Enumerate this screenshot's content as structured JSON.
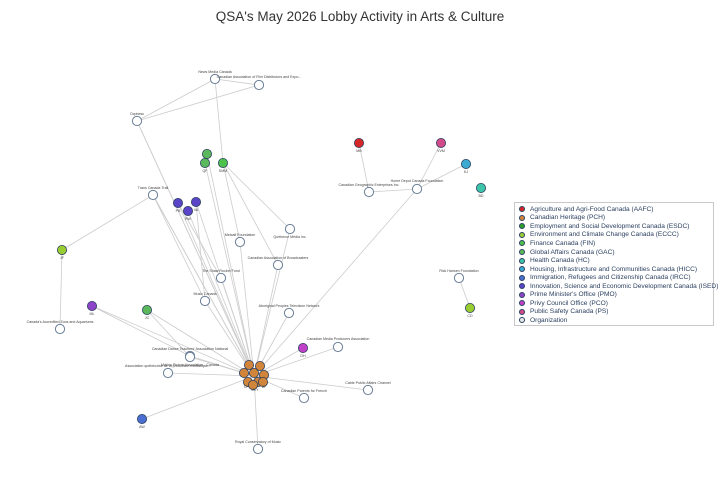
{
  "title": "QSA's May 2026 Lobby Activity in Arts & Culture",
  "legend": [
    {
      "label": "Agriculture and Agri-Food Canada (AAFC)",
      "color": "#d62728"
    },
    {
      "label": "Canadian Heritage (PCH)",
      "color": "#d1853a"
    },
    {
      "label": "Employment and Social Development Canada (ESDC)",
      "color": "#2ca02c"
    },
    {
      "label": "Environment and Climate Change Canada (ECCC)",
      "color": "#9acd32"
    },
    {
      "label": "Finance Canada (FIN)",
      "color": "#4cc24c"
    },
    {
      "label": "Global Affairs Canada (GAC)",
      "color": "#5cb85c"
    },
    {
      "label": "Health Canada (HC)",
      "color": "#3cc4a8"
    },
    {
      "label": "Housing, Infrastructure and Communities Canada (HICC)",
      "color": "#3ba9d0"
    },
    {
      "label": "Immigration, Refugees and Citizenship Canada (IRCC)",
      "color": "#4b6fd1"
    },
    {
      "label": "Innovation, Science and Economic Development Canada (ISED)",
      "color": "#5a45c8"
    },
    {
      "label": "Prime Minister's Office (PMO)",
      "color": "#8e44c8"
    },
    {
      "label": "Privy Council Office (PCO)",
      "color": "#c040c8"
    },
    {
      "label": "Public Safety Canada (PS)",
      "color": "#d14a8a"
    },
    {
      "label": "Organization",
      "color": "#e8e8e8"
    }
  ],
  "organizations": [
    {
      "name": "News Media Canada"
    },
    {
      "name": "Canadian Association of Film Distributors and Expo..."
    },
    {
      "name": "Ocpbesc"
    },
    {
      "name": "Trans Canada Trail"
    },
    {
      "name": "Canadian Geographic Enterprises Inc."
    },
    {
      "name": "Home Depot Canada Foundation"
    },
    {
      "name": "Québecor Média inc."
    },
    {
      "name": "Metcalf Foundation"
    },
    {
      "name": "Canadian Association of Broadcasters"
    },
    {
      "name": "The Shaw Rocket Fund"
    },
    {
      "name": "Rick Hansen Foundation"
    },
    {
      "name": "Music Canada"
    },
    {
      "name": "Aboriginal Peoples Television Network"
    },
    {
      "name": "Canada's Accredited Zoos and Aquariums"
    },
    {
      "name": "Canadian Media Producers Association"
    },
    {
      "name": "Canadian Dance Teachers' Association National"
    },
    {
      "name": "Motion Picture Association - Canada"
    },
    {
      "name": "Association québécoise de la production médiatique..."
    },
    {
      "name": "Cable Public Affairs Channel"
    },
    {
      "name": "Canadian Parents for French"
    },
    {
      "name": "Royal Conservatory of Music"
    }
  ],
  "officials": [
    {
      "label": "",
      "color": "#5cb85c"
    },
    {
      "label": "QF",
      "color": "#5cb85c"
    },
    {
      "label": "SMM",
      "color": "#4cc24c"
    },
    {
      "label": "PB",
      "color": "#5a45c8"
    },
    {
      "label": "VA",
      "color": "#5a45c8"
    },
    {
      "label": "RW",
      "color": "#5a45c8"
    },
    {
      "label": "MB",
      "color": "#d62728"
    },
    {
      "label": "VVM",
      "color": "#d14a8a"
    },
    {
      "label": "KJ",
      "color": "#3ba9d0"
    },
    {
      "label": "BD",
      "color": "#3cc4a8"
    },
    {
      "label": "JF",
      "color": "#9acd32"
    },
    {
      "label": "ML",
      "color": "#8e44c8"
    },
    {
      "label": "JC",
      "color": "#5cb85c"
    },
    {
      "label": "DH",
      "color": "#c040c8"
    },
    {
      "label": "CD",
      "color": "#9acd32"
    },
    {
      "label": "AW",
      "color": "#4b6fd1"
    }
  ],
  "cluster": {
    "labels": [
      "CF",
      "MKY",
      "DF"
    ],
    "color": "#d1853a"
  }
}
